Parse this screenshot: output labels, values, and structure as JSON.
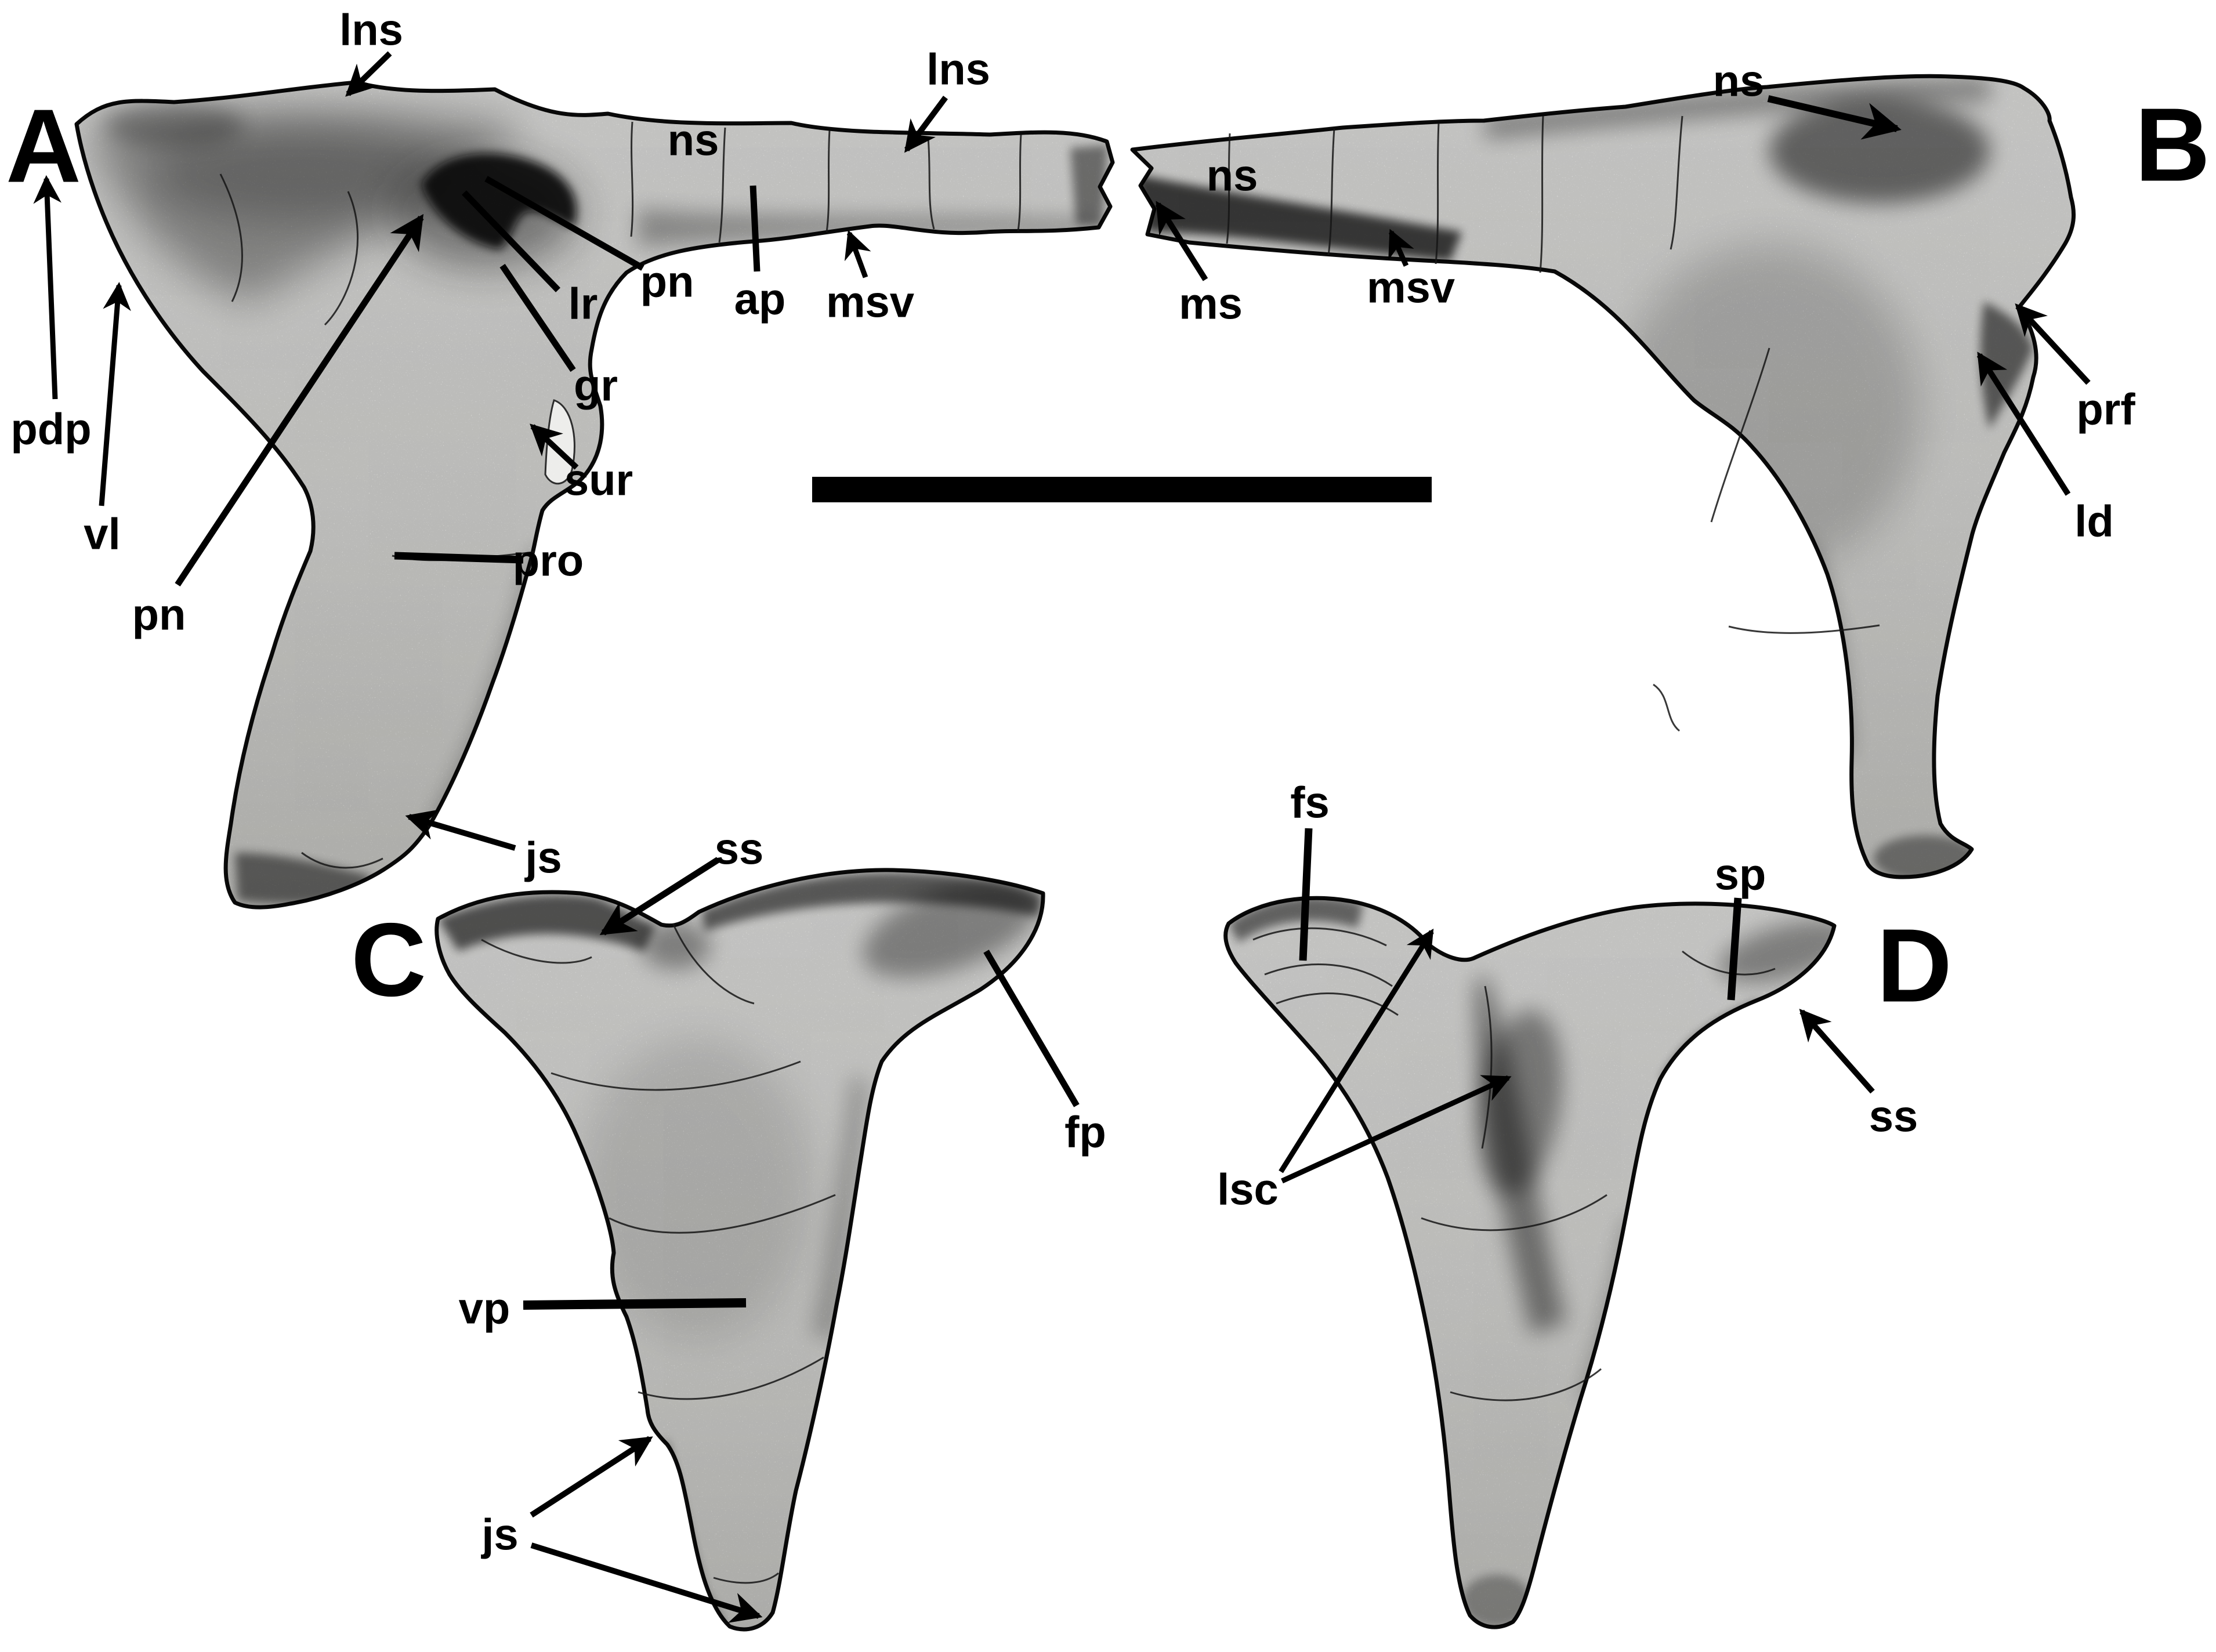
{
  "figure_type": "fossil-bone-line-drawing-plate",
  "colors": {
    "ink": "#000000",
    "paper": "#ffffff",
    "bone_light": "#f7f7f5",
    "bone_mid": "#d9d9d6"
  },
  "panel_letters": {
    "a": "A",
    "b": "B",
    "c": "C",
    "d": "D"
  },
  "labels": {
    "lns_a": "lns",
    "ns_a": "ns",
    "lns_mid": "lns",
    "lr": "lr",
    "pn_upper": "pn",
    "ap": "ap",
    "msv_a": "msv",
    "ms": "ms",
    "msv_b": "msv",
    "ns_b_mid": "ns",
    "ns_b_top": "ns",
    "prf": "prf",
    "ld": "ld",
    "pdp": "pdp",
    "vl": "vl",
    "pn_lower": "pn",
    "gr": "gr",
    "sur": "sur",
    "pro": "pro",
    "js_a": "js",
    "ss_c": "ss",
    "fs": "fs",
    "sp": "sp",
    "ss_d": "ss",
    "fp": "fp",
    "lsc": "lsc",
    "vp": "vp",
    "js_c": "js"
  }
}
